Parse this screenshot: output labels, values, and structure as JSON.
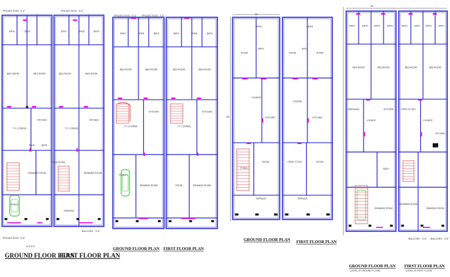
{
  "colors": {
    "wall": "#3333cc",
    "wall_fill": "#ffffff",
    "accent": "#e000e0",
    "stair": "#d03030",
    "car": "#22c022",
    "dim": "#444444",
    "title": "#111111"
  },
  "sheets": [
    {
      "ground_title": "GROUND FLOOR PLAN",
      "first_title": "FIRST FLOOR PLAN",
      "dims_top": [
        "PROJECTION : 3'-0\"",
        "PROJECTION : 3'-0\""
      ],
      "dim_bottom": [
        "PROJECTION : 3'-6\"",
        "BALCONY : 3'-6\""
      ],
      "compass": "N S A S"
    },
    {
      "ground_title": "GROUND FLOOR PLAN",
      "first_title": "FIRST FLOOR PLAN",
      "dims_top": [
        "PROJECTION : 3'-0\"",
        "PROJECTION : 3'-0\""
      ]
    },
    {
      "ground_title": "GROUND FLOOR PLAN",
      "first_title": "FIRST FLOOR PLAN",
      "dim_top": "30'",
      "dim_side": "55'"
    },
    {
      "ground_title": "GROUND FLOOR PLAN",
      "first_title": "FIRST FLOOR PLAN",
      "ground_sub": "(LEVEL AT GROUND FLOOR)",
      "first_sub": "(LEVEL AT FIRST FLOOR)",
      "dim_top": "30'",
      "dim_bottom": [
        "BALCONY : 3'-6\"",
        "BALCONY : 3'-6\""
      ]
    }
  ],
  "rooms": {
    "bath": "BATH",
    "open": "OPEN",
    "bed": "BED ROOM",
    "room": "ROOM",
    "kitchen": "KITCHEN",
    "lounge": "T.V. LOUNGE",
    "lounge2": "LOUNGE",
    "drawing": "DRAWING ROOM",
    "porch": "PORCH",
    "terrace": "TERRACE",
    "dressing": "DRESSING",
    "open_to_sky": "OPEN TO SKY",
    "balcony": "BALCONY",
    "store": "STORE"
  }
}
